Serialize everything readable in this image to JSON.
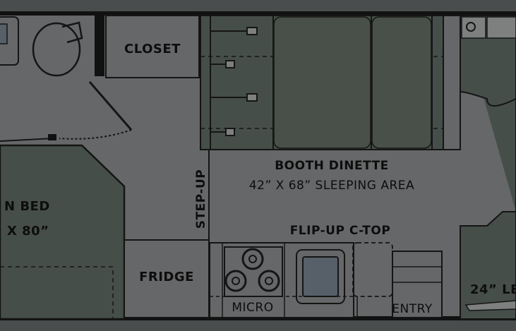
{
  "colors": {
    "background": "#5b5e5e",
    "floor": "#7d7e7f",
    "room_fill": "#566059",
    "wall": "#151515",
    "line": "#1a1a1a"
  },
  "labels": {
    "closet": "CLOSET",
    "booth_dinette": "BOOTH DINETTE",
    "sleeping_area": "42” X 68” SLEEPING AREA",
    "bed_line1": "N BED",
    "bed_line2": "X 80”",
    "step_up": "STEP-UP",
    "flip_up_ctop": "FLIP-UP C-TOP",
    "fridge": "FRIDGE",
    "micro": "MICRO",
    "entry": "ENTRY",
    "right_partial": "24” LE"
  },
  "icons": [
    "toilet-icon",
    "sink-icon",
    "stovetop-icon",
    "door-swing-icon",
    "seatbelt-icon"
  ]
}
